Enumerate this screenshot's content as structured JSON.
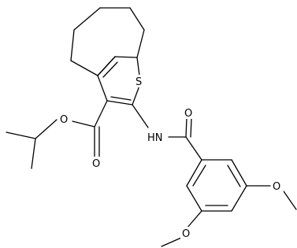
{
  "molecule": {
    "atom_labels": {
      "sulfur": "S",
      "nh": "HN",
      "ester_o": "O",
      "ester_carbonyl_o": "O",
      "amide_o": "O",
      "methoxy_o_1": "O",
      "methoxy_o_2": "O"
    },
    "colors": {
      "bond": "#000000",
      "text": "#000000",
      "background": "#ffffff"
    }
  }
}
